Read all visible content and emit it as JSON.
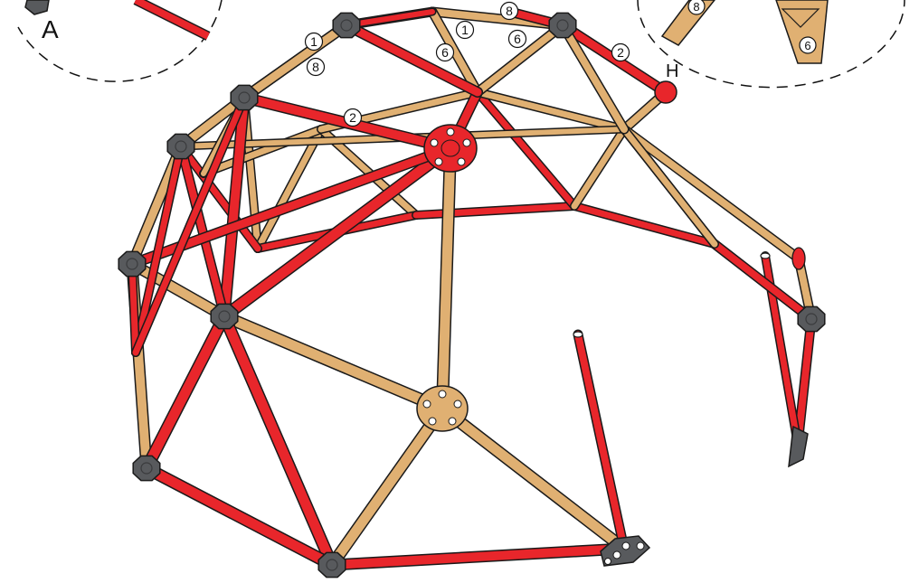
{
  "labels": {
    "detail_a": "A",
    "callout_h": "H"
  },
  "part_numbers": {
    "p1": "1",
    "p2": "2",
    "p6": "6",
    "p8": "8"
  },
  "colors": {
    "red_tube": "#e8262b",
    "tan_tube": "#e0b072",
    "connector": "#585a5d",
    "outline": "#1a1a1a",
    "background": "#ffffff"
  },
  "icons": [
    "hub-connector-icon",
    "end-connector-icon",
    "foot-plate-icon"
  ]
}
